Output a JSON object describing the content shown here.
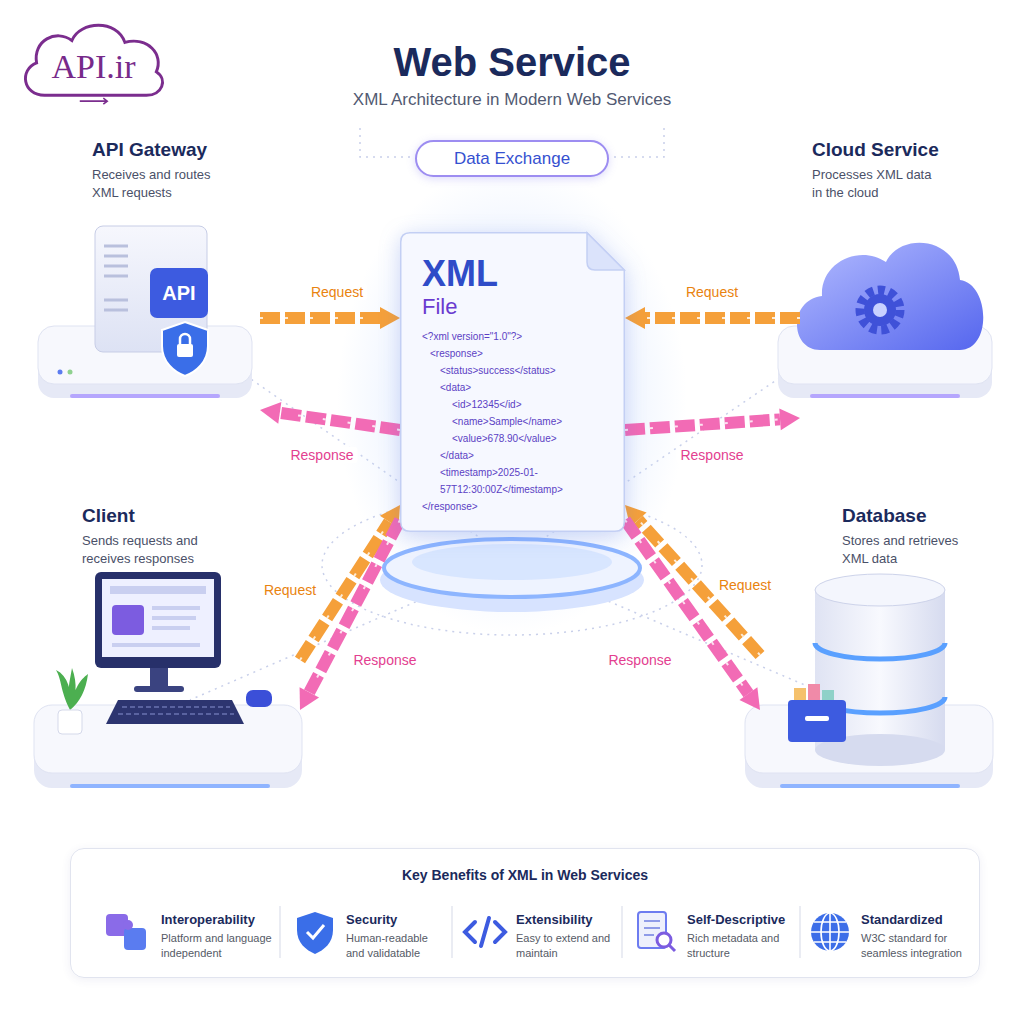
{
  "diagram": {
    "title": "Web Service",
    "nodes": [
      {
        "text": [
          "API.ir"
        ]
      },
      {
        "text": [
          "Data Exchange"
        ]
      },
      {
        "text": [
          "API Gateway",
          "Receives and routes XML requests"
        ]
      },
      {
        "text": [
          "Cloud Service",
          "Processes XML data in the cloud"
        ]
      },
      {
        "text": [
          "XML",
          "File",
          "<?xml version=\"1.0\"?>",
          "<response>",
          "<status>success</status>",
          "<data>",
          "<id>12345</id>",
          "<name>Sample</name>",
          "<value>678.90</value>",
          "</data>",
          "<timestamp>2025-01-57T12:30:00Z</timestamp>",
          "</response>"
        ]
      },
      {
        "text": [
          "Client",
          "Sends requests and receives responses"
        ]
      },
      {
        "text": [
          "Database",
          "Stores and retrieves XML data"
        ]
      },
      {
        "text": [
          "Key Benefits of XML in Web Services"
        ]
      },
      {
        "text": [
          "Interoperability",
          "Platform and language independent"
        ],
        "in": 7
      },
      {
        "text": [
          "Security",
          "Human-readable and validatable"
        ],
        "in": 7
      },
      {
        "text": [
          "Extensibility",
          "Easy to extend and maintain"
        ],
        "in": 7
      },
      {
        "text": [
          "Self-Descriptive",
          "Rich metadata and structure"
        ],
        "in": 7
      },
      {
        "text": [
          "Standardized",
          "W3C standard for seamless integration"
        ],
        "in": 7
      }
    ],
    "edges": [
      {
        "from": 2,
        "to": 4,
        "label": "Request",
        "arrow": "to"
      },
      {
        "from": 4,
        "to": 2,
        "label": "Response",
        "arrow": "to"
      },
      {
        "from": 3,
        "to": 4,
        "label": "Request",
        "arrow": "to"
      },
      {
        "from": 4,
        "to": 3,
        "label": "Response",
        "arrow": "to"
      },
      {
        "from": 5,
        "to": 4,
        "label": "Request",
        "arrow": "to"
      },
      {
        "from": 4,
        "to": 5,
        "label": "Response",
        "arrow": "to"
      },
      {
        "from": 6,
        "to": 4,
        "label": "Request",
        "arrow": "to"
      },
      {
        "from": 4,
        "to": 6,
        "label": "Response",
        "arrow": "to"
      }
    ],
    "labels": [
      "XML Architecture in Modern Web Services",
      "API"
    ]
  }
}
